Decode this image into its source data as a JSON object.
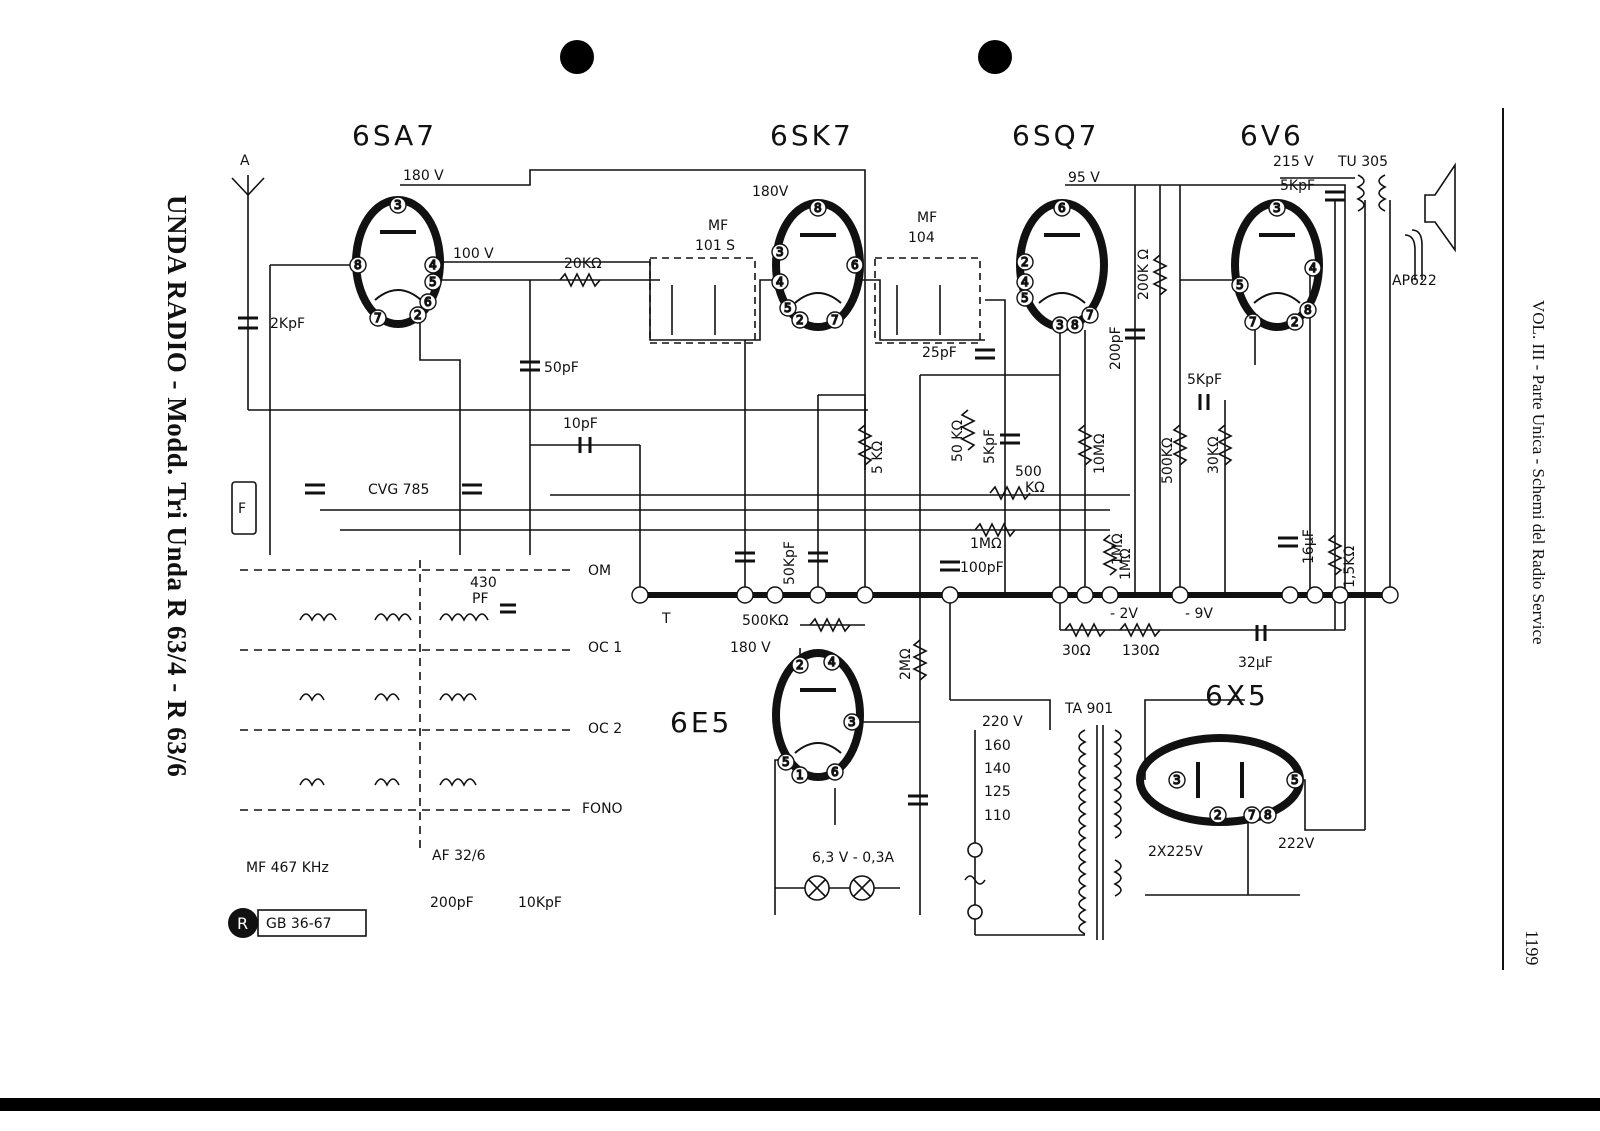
{
  "sheet": {
    "title": "UNDA RADIO - Modd. Tri Unda R 63/4 - R 63/6",
    "series": "VOL. III - Parte Unica - Schemi del Radio Service",
    "page_number": "1199"
  },
  "tubes": {
    "mixer": "6SA7",
    "if_amp": "6SK7",
    "detector": "6SQ7",
    "output": "6V6",
    "indicator": "6E5",
    "rectifier": "6X5"
  },
  "labels": {
    "antenna": "A",
    "v180_mixer": "180 V",
    "v100": "100 V",
    "v180_if": "180V",
    "v95": "95 V",
    "v215": "215 V",
    "output_transformer": "TU 305",
    "speaker": "AP622",
    "mf_101": "MF",
    "mf_101_num": "101 S",
    "mf_104": "MF",
    "mf_104_num": "104",
    "r_20k": "20KΩ",
    "c_2k": "2KpF",
    "c_50p": "50pF",
    "c_10p": "10pF",
    "cvg": "CVG 785",
    "r_5k": "5 KΩ",
    "c_25p": "25pF",
    "r_50k": "50 KΩ",
    "c_5k_det": "5KpF",
    "r_500k_pot": "500",
    "r_500k_pot_unit": "KΩ",
    "r_10m": "10MΩ",
    "c_200p": "200pF",
    "r_200k": "200K Ω",
    "c_5k_out": "5KpF",
    "c_5k_coup": "5KpF",
    "r_500k_grid": "500KΩ",
    "r_30k": "30KΩ",
    "c_16u": "16μF",
    "r_1_5k": "1,5KΩ",
    "r_1m_a": "1MΩ",
    "r_1m_b": "1MΩ",
    "r_1m_c": "1MΩ",
    "c_100p": "100pF",
    "c_50k": "50KpF",
    "r_500k_e5": "500KΩ",
    "v180_e5": "180 V",
    "r_2m": "2MΩ",
    "v_minus2": "- 2V",
    "v_minus9": "- 9V",
    "r_30": "30Ω",
    "r_130": "130Ω",
    "c_32u": "32μF",
    "ground_t": "T",
    "band_om": "OM",
    "band_oc1": "OC 1",
    "band_oc2": "OC 2",
    "band_fono": "FONO",
    "c_430": "430",
    "c_430_unit": "PF",
    "mains_transformer": "TA 901",
    "tap_220": "220 V",
    "tap_160": "160",
    "tap_140": "140",
    "tap_125": "125",
    "tap_110": "110",
    "hv_secondary": "2X225V",
    "v222": "222V",
    "lamp": "6,3 V - 0,3A",
    "if_freq": "MF 467 KHz",
    "af_unit": "AF 32/6",
    "legend_200p": "200pF",
    "legend_10k": "10KpF",
    "stamp": "GB 36-67",
    "stamp_logo": "R",
    "fono_jack": "F"
  }
}
